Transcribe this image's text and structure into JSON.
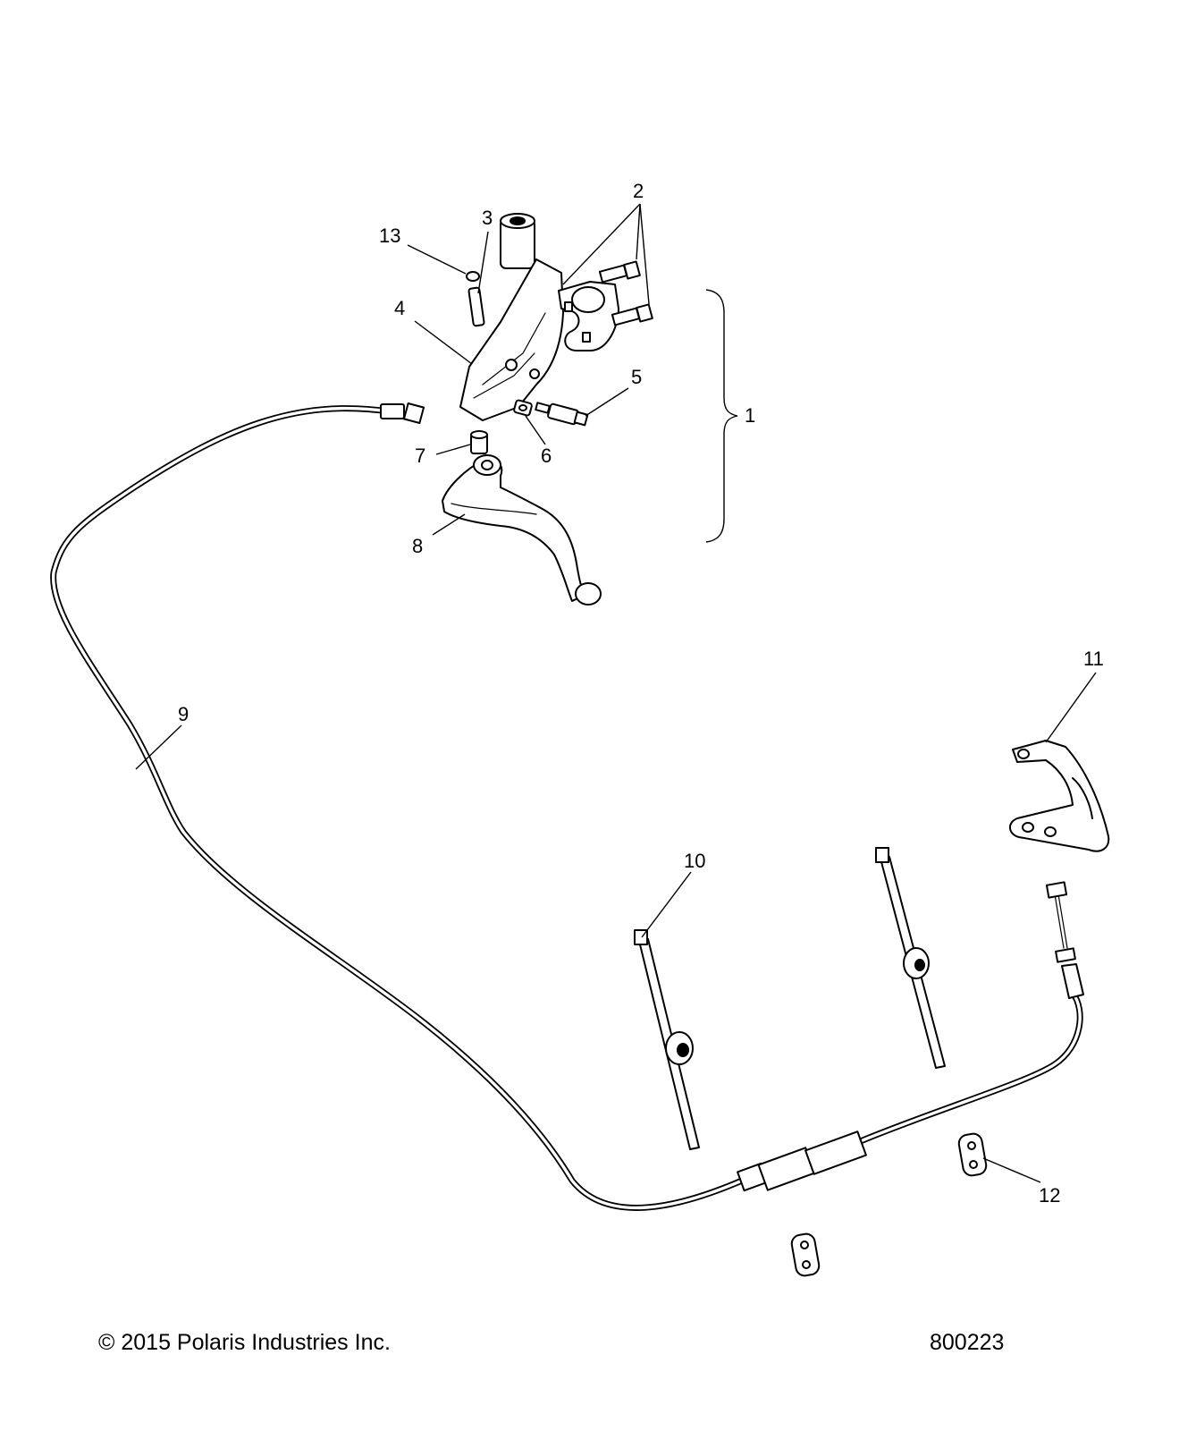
{
  "callouts": {
    "c1": "1",
    "c2": "2",
    "c3": "3",
    "c4": "4",
    "c5": "5",
    "c6": "6",
    "c7": "7",
    "c8": "8",
    "c9": "9",
    "c10": "10",
    "c11": "11",
    "c12": "12",
    "c13": "13"
  },
  "footer": {
    "copyright": "© 2015 Polaris Industries Inc.",
    "drawing_number": "800223"
  },
  "colors": {
    "line": "#000000",
    "background": "#ffffff"
  }
}
